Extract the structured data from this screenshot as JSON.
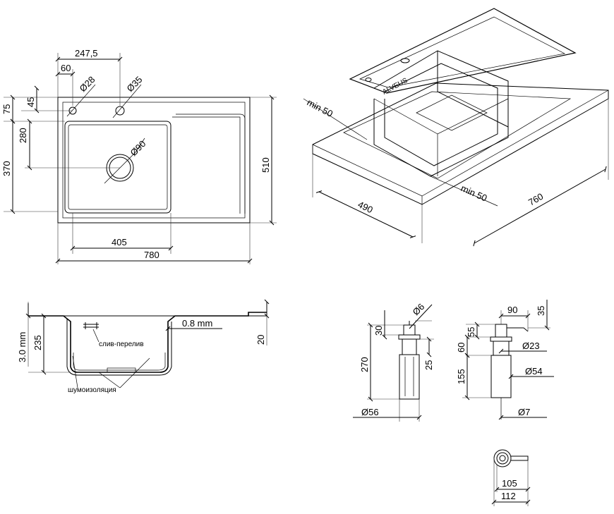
{
  "top_view": {
    "dim_247_5": "247,5",
    "dim_60": "60",
    "dim_d28": "Ø28",
    "dim_d35": "Ø35",
    "dim_75": "75",
    "dim_45": "45",
    "dim_280": "280",
    "dim_370": "370",
    "dim_d90": "Ø90",
    "dim_510": "510",
    "dim_405": "405",
    "dim_780": "780"
  },
  "iso_view": {
    "min50_left": "min 50",
    "min50_right": "min 50",
    "dim_490": "490",
    "dim_760": "760",
    "logo": "ALVEUS"
  },
  "section_view": {
    "dim_3mm": "3.0 mm",
    "dim_235": "235",
    "dim_08mm": "0.8 mm",
    "dim_20": "20",
    "label_overflow": "слив-перелив",
    "label_insulation": "шумоизоляция"
  },
  "dispenser_a": {
    "dim_d6": "Ø6",
    "dim_30": "30",
    "dim_270": "270",
    "dim_25": "25",
    "dim_d56": "Ø56"
  },
  "dispenser_b": {
    "dim_90": "90",
    "dim_35": "35",
    "dim_55": "55",
    "dim_60": "60",
    "dim_d23": "Ø23",
    "dim_155": "155",
    "dim_d54": "Ø54",
    "dim_d7": "Ø7"
  },
  "dispenser_top": {
    "dim_105": "105",
    "dim_112": "112"
  }
}
